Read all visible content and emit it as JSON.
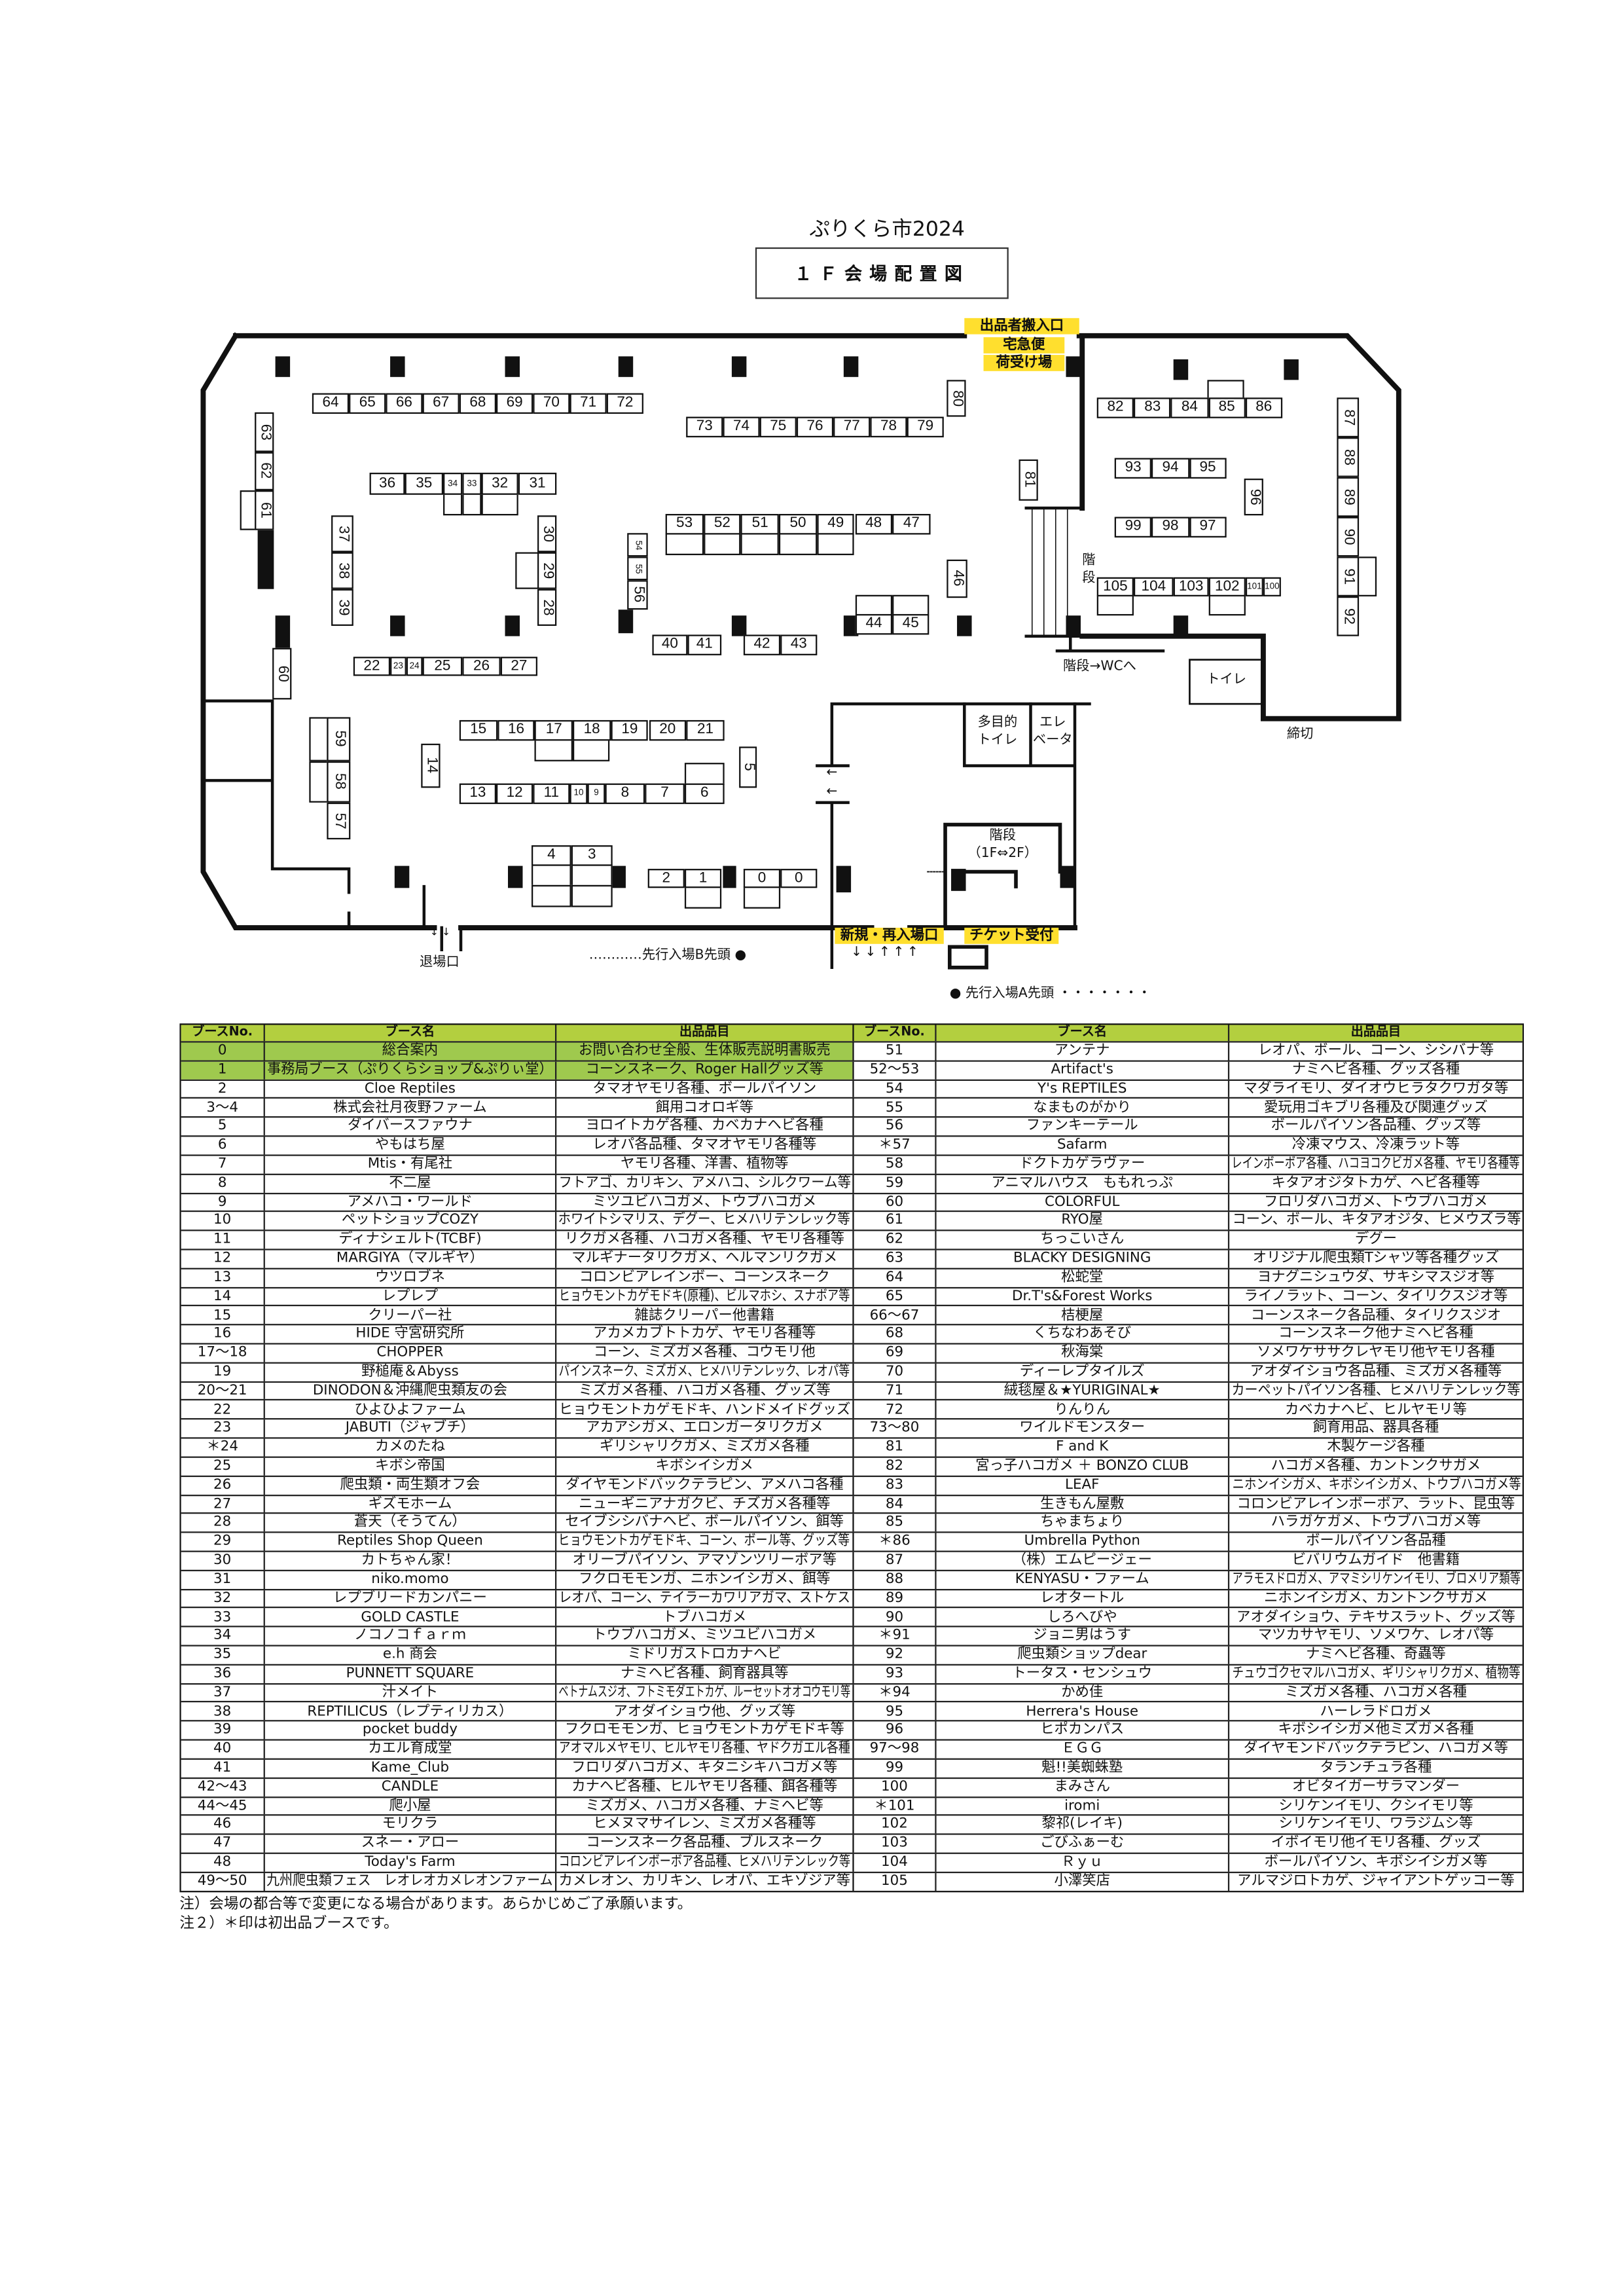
{
  "header": {
    "title": "ぷりくら市2024",
    "subtitle": "１Ｆ会場配置図"
  },
  "map": {
    "booths": [
      "64",
      "65",
      "66",
      "67",
      "68",
      "69",
      "70",
      "71",
      "72",
      "73",
      "74",
      "75",
      "76",
      "77",
      "78",
      "79",
      "80",
      "63",
      "62",
      "61",
      "36",
      "35",
      "34",
      "33",
      "32",
      "31",
      "37",
      "38",
      "39",
      "30",
      "29",
      "28",
      "53",
      "52",
      "51",
      "50",
      "49",
      "48",
      "47",
      "54",
      "55",
      "56",
      "46",
      "44",
      "45",
      "40",
      "41",
      "42",
      "43",
      "22",
      "23",
      "24",
      "25",
      "26",
      "27",
      "60",
      "15",
      "16",
      "17",
      "18",
      "19",
      "20",
      "21",
      "14",
      "5",
      "13",
      "12",
      "11",
      "10",
      "9",
      "8",
      "7",
      "6",
      "59",
      "58",
      "57",
      "4",
      "3",
      "2",
      "1",
      "0",
      "0",
      "82",
      "83",
      "84",
      "85",
      "86",
      "93",
      "94",
      "95",
      "99",
      "98",
      "97",
      "96",
      "87",
      "88",
      "89",
      "90",
      "91",
      "92",
      "105",
      "104",
      "103",
      "102",
      "101",
      "100",
      "81"
    ],
    "labels": {
      "loading_entrance": "出品者搬入口",
      "delivery": "宅急便",
      "receiving": "荷受け場",
      "stairs_right": "階段",
      "stairs_wc": "階段→WCへ",
      "toilet": "トイレ",
      "closed": "締切",
      "multi_toilet_1": "多目的",
      "multi_toilet_2": "トイレ",
      "elevator_1": "エレ",
      "elevator_2": "ベータ",
      "stairs_main_1": "階段",
      "stairs_main_2": "（1F⇔2F）",
      "exit": "退場口",
      "exit_arrows": "↓ ↓",
      "queue_b": "…………先行入場B先頭 ●",
      "entrance": "新規・再入場口",
      "entrance_arrows": "↓↓↑↑↑",
      "ticket": "チケット受付",
      "queue_a": "● 先行入場A先頭 ・・・・・・・",
      "door_arrow_1": "←",
      "door_arrow_2": "←"
    }
  },
  "table": {
    "headers": [
      "ブースNo.",
      "ブース名",
      "出品品目",
      "ブースNo.",
      "ブース名",
      "出品品目"
    ],
    "left": [
      {
        "no": "0",
        "name": "総合案内",
        "items": "お問い合わせ全般、生体販売説明書販売"
      },
      {
        "no": "1",
        "name": "事務局ブース（ぷりくらショップ&ぷりぃ堂）",
        "items": "コーンスネーク、Roger Hallグッズ等"
      },
      {
        "no": "2",
        "name": "Cloe Reptiles",
        "items": "タマオヤモリ各種、ボールパイソン"
      },
      {
        "no": "3～4",
        "name": "株式会社月夜野ファーム",
        "items": "餌用コオロギ等"
      },
      {
        "no": "5",
        "name": "ダイバースファウナ",
        "items": "ヨロイトカゲ各種、カベカナヘビ各種"
      },
      {
        "no": "6",
        "name": "やもはち屋",
        "items": "レオパ各品種、タマオヤモリ各種等"
      },
      {
        "no": "7",
        "name": "Mtis・有尾社",
        "items": "ヤモリ各種、洋書、植物等"
      },
      {
        "no": "8",
        "name": "不二屋",
        "items": "フトアゴ、カリキン、アメハコ、シルクワーム等"
      },
      {
        "no": "9",
        "name": "アメハコ・ワールド",
        "items": "ミツユビハコガメ、トウブハコガメ"
      },
      {
        "no": "10",
        "name": "ペットショップCOZY",
        "items": "ホワイトシマリス、デグー、ヒメハリテンレック等"
      },
      {
        "no": "11",
        "name": "ディナシェルト(TCBF)",
        "items": "リクガメ各種、ハコガメ各種、ヤモリ各種等"
      },
      {
        "no": "12",
        "name": "MARGIYA（マルギヤ）",
        "items": "マルギナータリクガメ、ヘルマンリクガメ"
      },
      {
        "no": "13",
        "name": "ウツロブネ",
        "items": "コロンビアレインボー、コーンスネーク"
      },
      {
        "no": "14",
        "name": "レプレプ",
        "items": "ヒョウモントカゲモドキ(原種)、ビルマホシ、スナボア等"
      },
      {
        "no": "15",
        "name": "クリーパー社",
        "items": "雑誌クリーパー他書籍"
      },
      {
        "no": "16",
        "name": "HIDE 守宮研究所",
        "items": "アカメカブトトカゲ、ヤモリ各種等"
      },
      {
        "no": "17～18",
        "name": "CHOPPER",
        "items": "コーン、ミズガメ各種、コウモリ他"
      },
      {
        "no": "19",
        "name": "野槌庵＆Abyss",
        "items": "パインスネーク、ミズガメ、ヒメハリテンレック、レオパ等"
      },
      {
        "no": "20～21",
        "name": "DINODON＆沖縄爬虫類友の会",
        "items": "ミズガメ各種、ハコガメ各種、グッズ等"
      },
      {
        "no": "22",
        "name": "ひよひよファーム",
        "items": "ヒョウモントカゲモドキ、ハンドメイドグッズ"
      },
      {
        "no": "23",
        "name": "JABUTI（ジャブチ）",
        "items": "アカアシガメ、エロンガータリクガメ"
      },
      {
        "no": "＊24",
        "name": "カメのたね",
        "items": "ギリシャリクガメ、ミズガメ各種"
      },
      {
        "no": "25",
        "name": "キボシ帝国",
        "items": "キボシイシガメ"
      },
      {
        "no": "26",
        "name": "爬虫類・両生類オフ会",
        "items": "ダイヤモンドバックテラピン、アメハコ各種"
      },
      {
        "no": "27",
        "name": "ギズモホーム",
        "items": "ニューギニアナガクビ、チズガメ各種等"
      },
      {
        "no": "28",
        "name": "蒼天（そうてん）",
        "items": "セイブシシバナヘビ、ボールパイソン、餌等"
      },
      {
        "no": "29",
        "name": "Reptiles Shop Queen",
        "items": "ヒョウモントカゲモドキ、コーン、ボール等、グッズ等"
      },
      {
        "no": "30",
        "name": "カトちゃん家！",
        "items": "オリーブパイソン、アマゾンツリーボア等"
      },
      {
        "no": "31",
        "name": "niko.momo",
        "items": "フクロモモンガ、ニホンイシガメ、餌等"
      },
      {
        "no": "32",
        "name": "レプブリードカンパニー",
        "items": "レオパ、コーン、テイラーカワリアガマ、ストケス"
      },
      {
        "no": "33",
        "name": "GOLD CASTLE",
        "items": "トブハコガメ"
      },
      {
        "no": "34",
        "name": "ノコノコｆａｒｍ",
        "items": "トウブハコガメ、ミツユビハコガメ"
      },
      {
        "no": "35",
        "name": "e.h 商会",
        "items": "ミドリガストロカナヘビ"
      },
      {
        "no": "36",
        "name": "PUNNETT SQUARE",
        "items": "ナミヘビ各種、飼育器具等"
      },
      {
        "no": "37",
        "name": "汁メイト",
        "items": "ベトナムスジオ、フトミモダエトカゲ、ルーセットオオコウモリ等"
      },
      {
        "no": "38",
        "name": "REPTILICUS（レプティリカス）",
        "items": "アオダイショウ他、グッズ等"
      },
      {
        "no": "39",
        "name": "pocket buddy",
        "items": "フクロモモンガ、ヒョウモントカゲモドキ等"
      },
      {
        "no": "40",
        "name": "カエル育成堂",
        "items": "アオマルメヤモリ、ヒルヤモリ各種、ヤドクガエル各種"
      },
      {
        "no": "41",
        "name": "Kame_Club",
        "items": "フロリダハコガメ、キタニシキハコガメ等"
      },
      {
        "no": "42～43",
        "name": "CANDLE",
        "items": "カナヘビ各種、ヒルヤモリ各種、餌各種等"
      },
      {
        "no": "44～45",
        "name": "爬小屋",
        "items": "ミズガメ、ハコガメ各種、ナミヘビ等"
      },
      {
        "no": "46",
        "name": "モリクラ",
        "items": "ヒメヌマサイレン、ミズガメ各種等"
      },
      {
        "no": "47",
        "name": "スネー・アロー",
        "items": "コーンスネーク各品種、ブルスネーク"
      },
      {
        "no": "48",
        "name": "Today's Farm",
        "items": "コロンビアレインボーボア各品種、ヒメハリテンレック等"
      },
      {
        "no": "49～50",
        "name": "九州爬虫類フェス　レオレオカメレオンファーム",
        "items": "カメレオン、カリキン、レオパ、エキゾジア等"
      }
    ],
    "right": [
      {
        "no": "51",
        "name": "アンテナ",
        "items": "レオパ、ボール、コーン、シシバナ等"
      },
      {
        "no": "52～53",
        "name": "Artifact's",
        "items": "ナミヘビ各種、グッズ各種"
      },
      {
        "no": "54",
        "name": "Y's REPTILES",
        "items": "マダライモリ、ダイオウヒラタクワガタ等"
      },
      {
        "no": "55",
        "name": "なまものがかり",
        "items": "愛玩用ゴキブリ各種及び関連グッズ"
      },
      {
        "no": "56",
        "name": "ファンキーテール",
        "items": "ボールパイソン各品種、グッズ等"
      },
      {
        "no": "＊57",
        "name": "Safarm",
        "items": "冷凍マウス、冷凍ラット等"
      },
      {
        "no": "58",
        "name": "ドクトカゲラヴァー",
        "items": "レインボーボア各種、ハコヨコクビガメ各種、ヤモリ各種等"
      },
      {
        "no": "59",
        "name": "アニマルハウス　ももれっぷ",
        "items": "キタアオジタトカゲ、ヘビ各種等"
      },
      {
        "no": "60",
        "name": "COLORFUL",
        "items": "フロリダハコガメ、トウブハコガメ"
      },
      {
        "no": "61",
        "name": "RYO屋",
        "items": "コーン、ボール、キタアオジタ、ヒメウズラ等"
      },
      {
        "no": "62",
        "name": "ちっこいさん",
        "items": "デグー"
      },
      {
        "no": "63",
        "name": "BLACKY DESIGNING",
        "items": "オリジナル爬虫類Tシャツ等各種グッズ"
      },
      {
        "no": "64",
        "name": "松蛇堂",
        "items": "ヨナグニシュウダ、サキシマスジオ等"
      },
      {
        "no": "65",
        "name": "Dr.T's&Forest Works",
        "items": "ライノラット、コーン、タイリクスジオ等"
      },
      {
        "no": "66～67",
        "name": "桔梗屋",
        "items": "コーンスネーク各品種、タイリクスジオ"
      },
      {
        "no": "68",
        "name": "くちなわあそび",
        "items": "コーンスネーク他ナミヘビ各種"
      },
      {
        "no": "69",
        "name": "秋海棠",
        "items": "ソメワケササクレヤモリ他ヤモリ各種"
      },
      {
        "no": "70",
        "name": "ディーレプタイルズ",
        "items": "アオダイショウ各品種、ミズガメ各種等"
      },
      {
        "no": "71",
        "name": "絨毯屋＆★YURIGINAL★",
        "items": "カーペットパイソン各種、ヒメハリテンレック等"
      },
      {
        "no": "72",
        "name": "りんりん",
        "items": "カベカナヘビ、ヒルヤモリ等"
      },
      {
        "no": "73～80",
        "name": "ワイルドモンスター",
        "items": "飼育用品、器具各種"
      },
      {
        "no": "81",
        "name": "F and K",
        "items": "木製ケージ各種"
      },
      {
        "no": "82",
        "name": "宮っ子ハコガメ ＋ BONZO CLUB",
        "items": "ハコガメ各種、カントンクサガメ"
      },
      {
        "no": "83",
        "name": "LEAF",
        "items": "ニホンイシガメ、キボシイシガメ、トウブハコガメ等"
      },
      {
        "no": "84",
        "name": "生きもん屋敷",
        "items": "コロンビアレインボーボア、ラット、昆虫等"
      },
      {
        "no": "85",
        "name": "ちゃまちょり",
        "items": "ハラガケガメ、トウブハコガメ等"
      },
      {
        "no": "＊86",
        "name": "Umbrella Python",
        "items": "ボールパイソン各品種"
      },
      {
        "no": "87",
        "name": "（株）エムピージェー",
        "items": "ビバリウムガイド　他書籍"
      },
      {
        "no": "88",
        "name": "KENYASU・ファーム",
        "items": "アラモスドロガメ、アマミシリケンイモリ、ブロメリア類等"
      },
      {
        "no": "89",
        "name": "レオタートル",
        "items": "ニホンイシガメ、カントンクサガメ"
      },
      {
        "no": "90",
        "name": "しろへびや",
        "items": "アオダイショウ、テキサスラット、グッズ等"
      },
      {
        "no": "＊91",
        "name": "ジョニ男はうす",
        "items": "マツカサヤモリ、ソメワケ、レオパ等"
      },
      {
        "no": "92",
        "name": "爬虫類ショップdear",
        "items": "ナミヘビ各種、奇蟲等"
      },
      {
        "no": "93",
        "name": "トータス・センシュウ",
        "items": "チュウゴクセマルハコガメ、ギリシャリクガメ、植物等"
      },
      {
        "no": "＊94",
        "name": "かめ佳",
        "items": "ミズガメ各種、ハコガメ各種"
      },
      {
        "no": "95",
        "name": "Herrera's House",
        "items": "ハーレラドロガメ"
      },
      {
        "no": "96",
        "name": "ヒポカンパス",
        "items": "キボシイシガメ他ミズガメ各種"
      },
      {
        "no": "97～98",
        "name": "ＥＧＧ",
        "items": "ダイヤモンドバックテラピン、ハコガメ等"
      },
      {
        "no": "99",
        "name": "魁!!美蜘蛛塾",
        "items": "タランチュラ各種"
      },
      {
        "no": "100",
        "name": "まみさん",
        "items": "オビタイガーサラマンダー"
      },
      {
        "no": "＊101",
        "name": "iromi",
        "items": "シリケンイモリ、クシイモリ等"
      },
      {
        "no": "102",
        "name": "黎祁(レイキ)",
        "items": "シリケンイモリ、ワラジムシ等"
      },
      {
        "no": "103",
        "name": "ごびふぁーむ",
        "items": "イボイモリ他イモリ各種、グッズ"
      },
      {
        "no": "104",
        "name": "Ｒｙｕ",
        "items": "ボールパイソン、キボシイシガメ等"
      },
      {
        "no": "105",
        "name": "小澤笑店",
        "items": "アルマジロトカゲ、ジャイアントゲッコー等"
      }
    ]
  },
  "notes": [
    "注）会場の都合等で変更になる場合があります。あらかじめご了承願います。",
    "注２）＊印は初出品ブースです。"
  ],
  "colors": {
    "highlight_yellow": "#ffdf2e",
    "table_header_green": "#b3cf3f",
    "info_row_green": "#9fc94e"
  }
}
